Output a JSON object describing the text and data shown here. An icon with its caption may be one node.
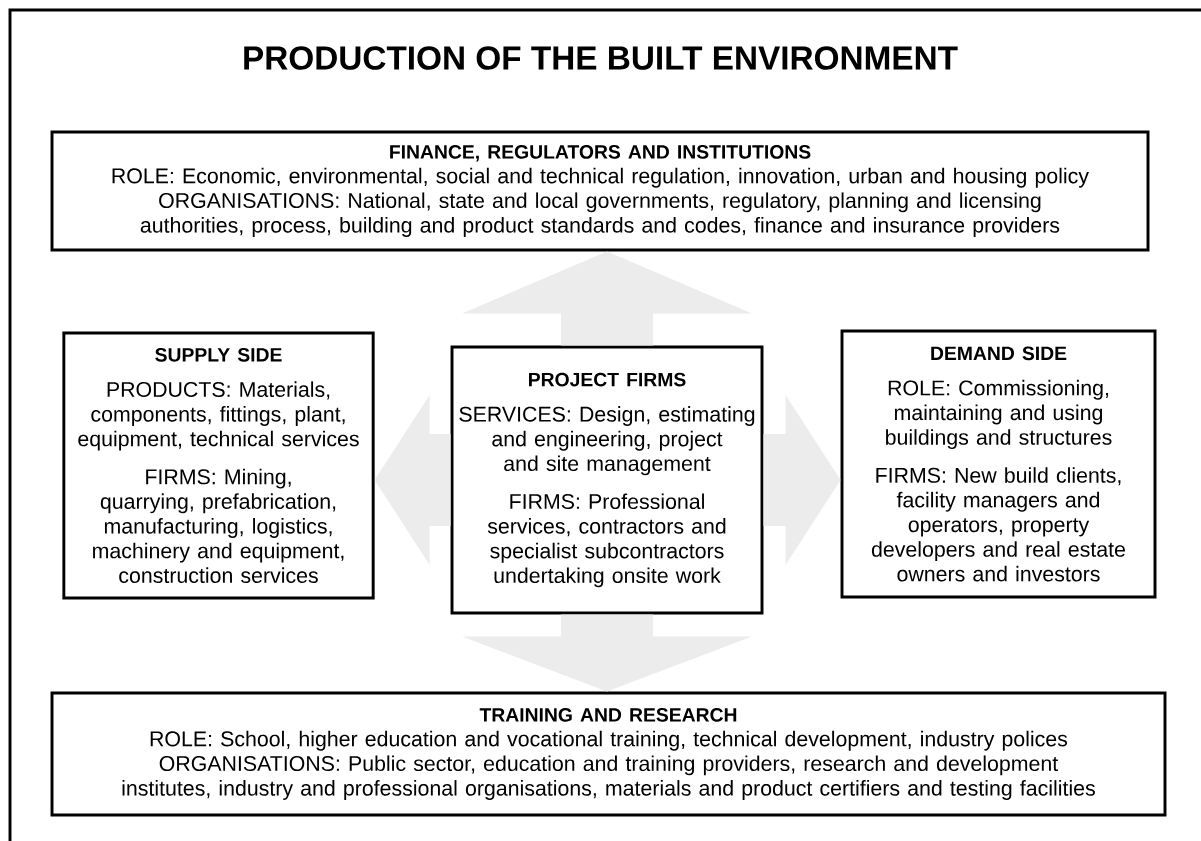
{
  "diagram": {
    "title": "PRODUCTION OF THE BUILT ENVIRONMENT",
    "nodes": [
      {
        "text": [
          "FINANCE, REGULATORS AND INSTITUTIONS",
          "ROLE: Economic, environmental, social and technical regulation, innovation, urban and housing policy",
          "ORGANISATIONS: National, state and local governments, regulatory, planning and licensing authorities, process, building and product standards and codes, finance and insurance providers"
        ]
      },
      {
        "text": [
          "SUPPLY SIDE",
          "PRODUCTS: Materials, components, fittings, plant, equipment, technical services",
          "FIRMS: Mining, quarrying, prefabrication, manufacturing, logistics, machinery and equipment, construction services"
        ]
      },
      {
        "text": [
          "PROJECT FIRMS",
          "SERVICES: Design, estimating  and engineering, project and site management",
          "FIRMS: Professional services, contractors and specialist subcontractors undertaking onsite work"
        ]
      },
      {
        "text": [
          "DEMAND SIDE",
          "ROLE: Commissioning, maintaining and using buildings and structures",
          "FIRMS: New build clients, facility managers and operators, property developers and real estate owners and investors"
        ]
      },
      {
        "text": [
          "TRAINING AND RESEARCH",
          "ROLE: School, higher education and vocational training, technical development, industry polices",
          "ORGANISATIONS: Public sector, education and training providers, research and development institutes, industry and professional organisations, materials and product certifiers and testing facilities"
        ]
      }
    ],
    "edges": [
      {
        "from": 2,
        "to": 0,
        "arrow": "to"
      },
      {
        "from": 2,
        "to": 1,
        "arrow": "to"
      },
      {
        "from": 2,
        "to": 3,
        "arrow": "to"
      },
      {
        "from": 2,
        "to": 4,
        "arrow": "to"
      }
    ]
  }
}
